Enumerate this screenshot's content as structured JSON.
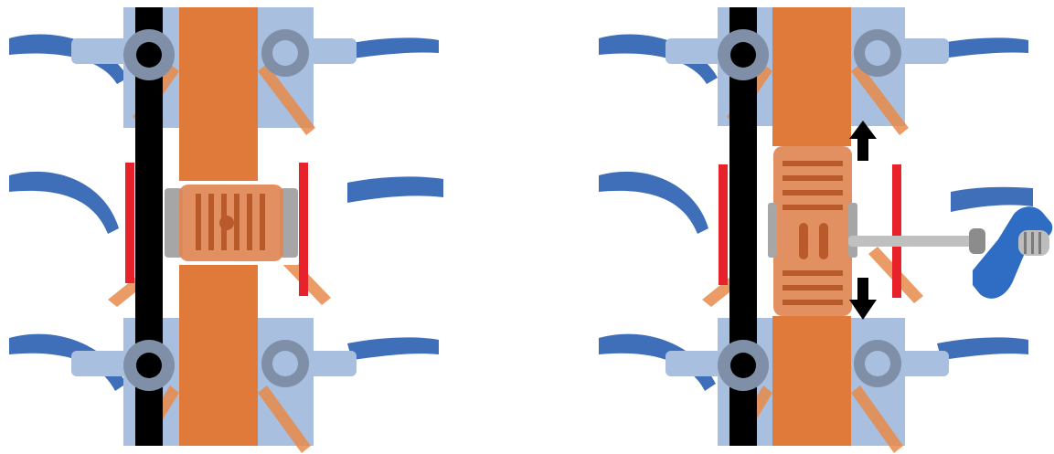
{
  "figure": {
    "panels": [
      {
        "id": "before",
        "implant_state": "collapsed",
        "shows_tool": false,
        "shows_arrows": false
      },
      {
        "id": "after",
        "implant_state": "expanded",
        "shows_tool": true,
        "shows_arrows": true,
        "arrow_directions": [
          "up",
          "down"
        ]
      }
    ],
    "colors": {
      "background": "#ffffff",
      "vertebra_block": "#a9bfdf",
      "pedicle_arm": "#a9bfdf",
      "screw_ring": "#7f8fa8",
      "screw_center": "#000000",
      "rod": "#000000",
      "spinal_column": "#e07a3a",
      "oblique_process": "#e88a4a",
      "nerve_curve": "#3f6fb8",
      "endplate_marker": "#e8222a",
      "cage": "#e08555",
      "cage_detail": "#b85a2a",
      "cage_endcap": "#a6a6a6",
      "arrow": "#000000",
      "tool_shaft": "#c0c0c0",
      "tool_handle": "#2f6cc4"
    }
  }
}
